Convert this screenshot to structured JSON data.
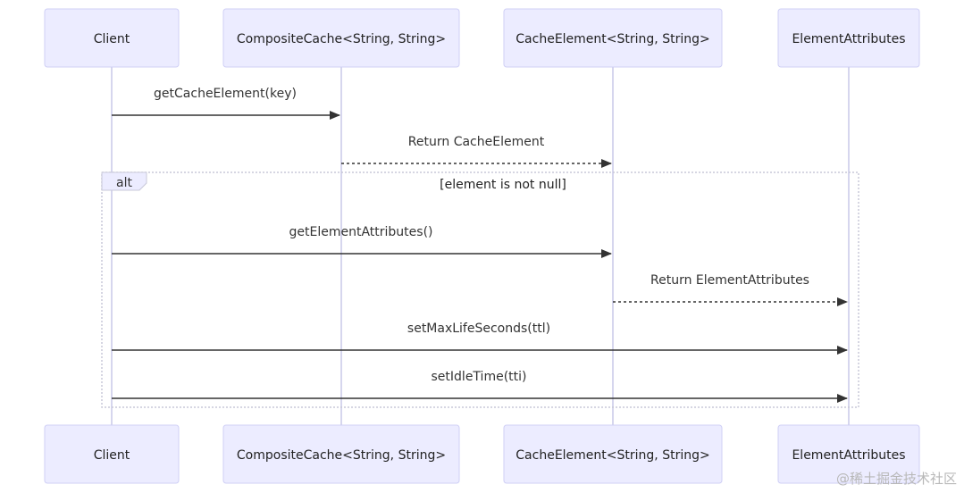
{
  "participants": [
    "Client",
    "CompositeCache<String, String>",
    "CacheElement<String, String>",
    "ElementAttributes"
  ],
  "messages": [
    {
      "from": 0,
      "to": 1,
      "label": "getCacheElement(key)",
      "style": "solid"
    },
    {
      "from": 1,
      "to": 2,
      "label": "Return CacheElement",
      "style": "dotted"
    },
    {
      "from": 0,
      "to": 2,
      "label": "getElementAttributes()",
      "style": "solid"
    },
    {
      "from": 2,
      "to": 3,
      "label": "Return ElementAttributes",
      "style": "dotted"
    },
    {
      "from": 0,
      "to": 3,
      "label": "setMaxLifeSeconds(ttl)",
      "style": "solid"
    },
    {
      "from": 0,
      "to": 3,
      "label": "setIdleTime(tti)",
      "style": "solid"
    }
  ],
  "alt_block": {
    "label": "alt",
    "condition": "[element is not null]"
  },
  "watermark": "@稀土掘金技术社区",
  "colors": {
    "actor_fill": "#ececff",
    "actor_border": "#cfcff5",
    "lifeline": "#c8c8e8",
    "arrow": "#333333"
  }
}
